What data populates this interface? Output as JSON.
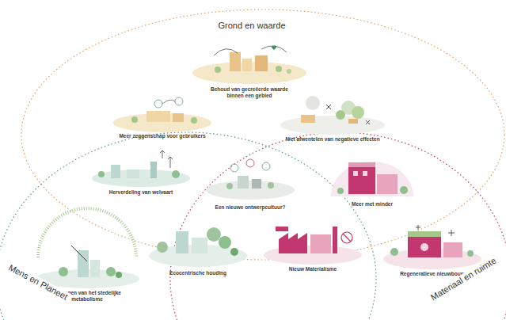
{
  "diagram": {
    "nodes": [
      {
        "text": [
          "Behoud van gecreëerde waarde binnen een gebied"
        ]
      },
      {
        "text": [
          "Meer zeggenschap voor gebruikers"
        ]
      },
      {
        "text": [
          "Niet afwentelen van negatieve effecten"
        ]
      },
      {
        "text": [
          "Herverdeling van welvaart"
        ]
      },
      {
        "text": [
          "Een nieuwe ontwerpcultuur?"
        ]
      },
      {
        "text": [
          "Meer met minder"
        ]
      },
      {
        "text": [
          "Vertragen van het stedelijke metabolisme"
        ]
      },
      {
        "text": [
          "Ecocentrische houding"
        ]
      },
      {
        "text": [
          "Nieuw Materialisme"
        ]
      },
      {
        "text": [
          "Regeneratieve nieuwbouw"
        ]
      }
    ],
    "labels": [
      "Grond en waarde",
      "Mens en Planeet",
      "Materiaal en ruimte"
    ]
  }
}
